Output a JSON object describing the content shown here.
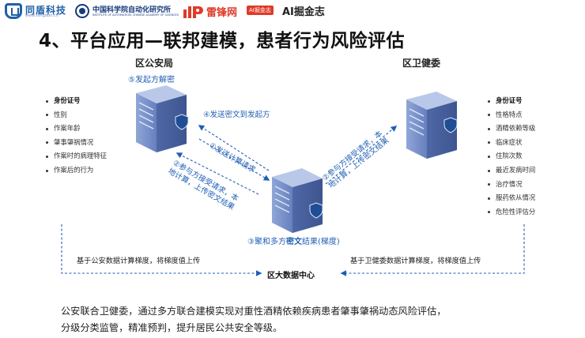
{
  "header": {
    "tongdun_name": "同盾科技",
    "tongdun_url": "www.tongdun.cn",
    "lab_name": "中国科学院自动化研究所",
    "lab_sub": "INSTITUTE OF AUTOMATION, CHINESE ACADEMY OF SCIENCES",
    "leifeng_name": "雷锋网",
    "leifeng_badge": "AI掘金志",
    "juejin_name": "AI掘金志"
  },
  "title": "4、平台应用—联邦建模，患者行为风险评估",
  "parties": {
    "left": "区公安局",
    "right": "区卫健委",
    "center": "区大数据中心"
  },
  "left_list": {
    "head": "身份证号",
    "items": [
      "性别",
      "作案年龄",
      "肇事肇祸情况",
      "作案时的病理特征",
      "作案后的行为"
    ]
  },
  "right_list": {
    "head": "身份证号",
    "items": [
      "性格特点",
      "酒精依赖等级",
      "临床症状",
      "住院次数",
      "最近发病时间",
      "治疗情况",
      "服药依从情况",
      "危险性评估分"
    ]
  },
  "steps": {
    "s1": "①发送计算请求",
    "s2_line1": "②参与方接受请求，本",
    "s2_line2": "地计算，上传密文结果",
    "s2r_line1": "②参与方接受请求，本",
    "s2r_line2": "地计算，上传密文结果",
    "s3_pre": "③聚和多方",
    "s3_bold": "密文",
    "s3_post": "结果(梯度)",
    "s4": "④发送密文到发起方",
    "s5": "⑤发起方解密"
  },
  "notes": {
    "left": "基于公安数据计算梯度，将梯度值上传",
    "right": "基于卫健委数据计算梯度，将梯度值上传"
  },
  "summary": [
    "公安联合卫健委，通过多方联合建模实现对重性酒精依赖疾病患者肇事肇祸动态风险评估，",
    "分级分类监管，精准预判，提升居民公共安全等级。"
  ],
  "colors": {
    "accent_blue": "#1f5fb4",
    "server_blue": "#5b77b8",
    "tongdun_blue": "#1f5fa8",
    "leifeng_red": "#e03a2a"
  },
  "icons": {
    "server_left": "server-shield-icon",
    "server_center": "server-shield-icon",
    "server_right": "server-shield-icon"
  }
}
